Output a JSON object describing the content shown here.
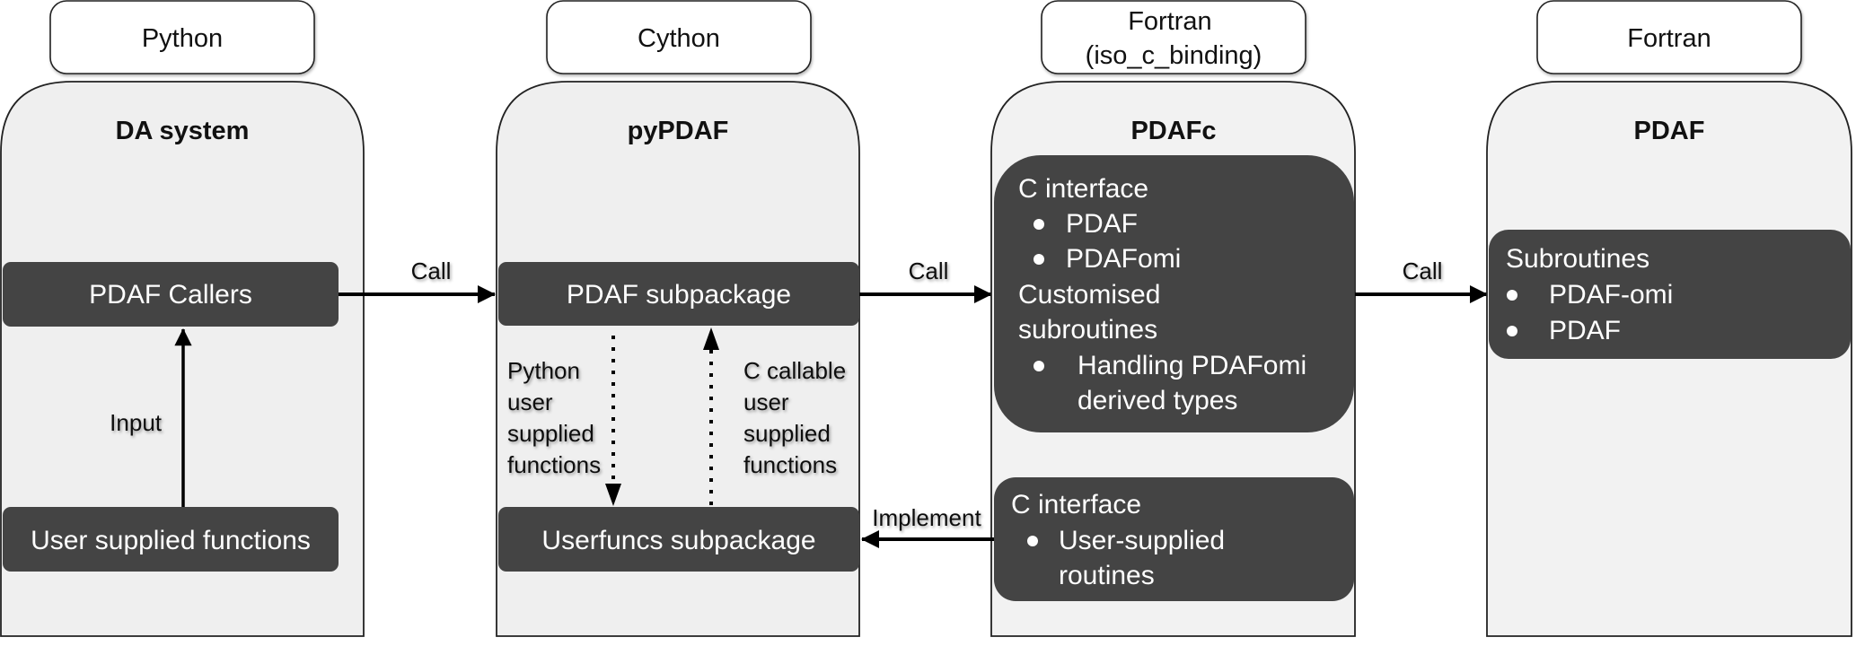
{
  "layers": [
    {
      "language": "Python",
      "title": "DA system",
      "blocks": {
        "pdaf_callers": "PDAF Callers",
        "user_functions": "User supplied functions"
      }
    },
    {
      "language": "Cython",
      "title": "pyPDAF",
      "blocks": {
        "pdaf_subpackage": "PDAF subpackage",
        "userfuncs_subpackage": "Userfuncs subpackage"
      }
    },
    {
      "language_lines": [
        "Fortran",
        "(iso_c_binding)"
      ],
      "title": "PDAFc",
      "main_block": {
        "heading": "C interface",
        "bullets": [
          "PDAF",
          "PDAFomi"
        ],
        "heading2_lines": [
          "Customised",
          "subroutines"
        ],
        "bullets2_lines": [
          "Handling PDAFomi",
          "derived types"
        ]
      },
      "user_block": {
        "heading": "C interface",
        "bullet_lines": [
          "User-supplied",
          "routines"
        ]
      }
    },
    {
      "language": "Fortran",
      "title": "PDAF",
      "block": {
        "heading": "Subroutines",
        "bullets": [
          "PDAF-omi",
          "PDAF"
        ]
      }
    }
  ],
  "edges": {
    "call_1": "Call",
    "call_2": "Call",
    "call_3": "Call",
    "input": "Input",
    "implement": "Implement",
    "python_funcs_lines": [
      "Python",
      "user",
      "supplied",
      "functions"
    ],
    "c_callable_lines": [
      "C callable",
      "user",
      "supplied",
      "functions"
    ]
  },
  "colors": {
    "dark_block": "#444444",
    "column_fill": "#efefef",
    "label_box": "#ffffff"
  }
}
